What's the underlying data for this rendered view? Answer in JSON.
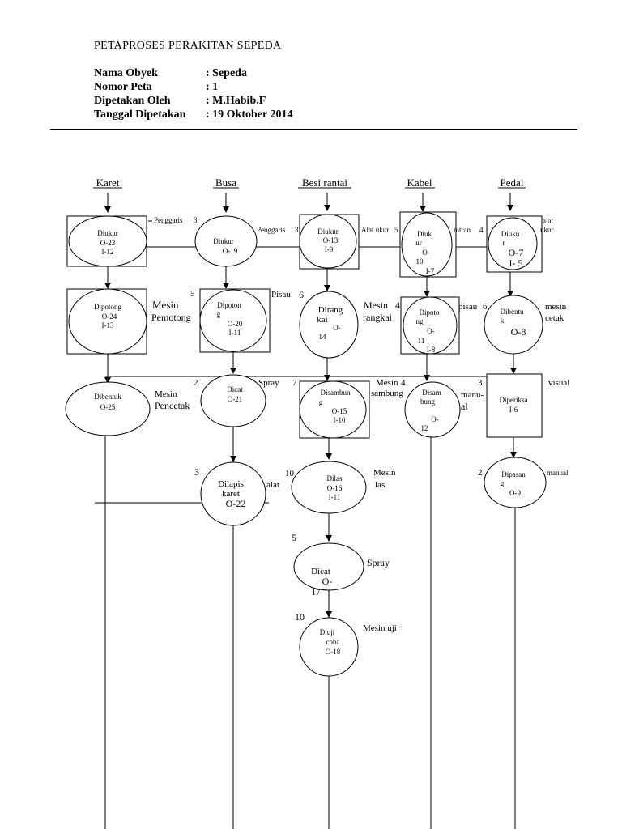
{
  "header": {
    "title": "PETAPROSES PERAKITAN SEPEDA",
    "rows": [
      {
        "label": "Nama Obyek",
        "value": ": Sepeda"
      },
      {
        "label": "Nomor Peta",
        "value": ": 1"
      },
      {
        "label": "Dipetakan Oleh",
        "value": ": M.Habib.F"
      },
      {
        "label": "Tanggal Dipetakan",
        "value": ": 19 Oktober 2014"
      }
    ]
  },
  "columns": {
    "karet": "Karet",
    "busa": "Busa",
    "besi": "Besi rantai",
    "kabel": "Kabel",
    "pedal": "Pedal"
  },
  "nodes": {
    "karet_ukur": {
      "l1": "Diukur",
      "l2": "O-23",
      "l3": "I-12"
    },
    "karet_potong": {
      "l1": "Dipotong",
      "l2": "O-24",
      "l3": "I-13"
    },
    "karet_bentuk": {
      "l1": "Dibentuk",
      "l2": "O-25"
    },
    "busa_ukur": {
      "l1": "Diukur",
      "l2": "O-19"
    },
    "busa_potong": {
      "l1": "Dipoton",
      "l2": "g",
      "l3": "O-20",
      "l4": "I-11"
    },
    "busa_cat": {
      "l1": "Dicat",
      "l2": "O-21"
    },
    "busa_lapis": {
      "l1": "Dilapis",
      "l2": "karet",
      "l3": "O-22"
    },
    "besi_ukur": {
      "l1": "Diukur",
      "l2": "O-13",
      "l3": "I-9"
    },
    "besi_rangkai": {
      "l1": "Dirang",
      "l2": "kai",
      "l3": "O-",
      "l4": "14"
    },
    "besi_sambung": {
      "l1": "Disambun",
      "l2": "g",
      "l3": "O-15",
      "l4": "I-10"
    },
    "besi_las": {
      "l1": "Dilas",
      "l2": "O-16",
      "l3": "I-11"
    },
    "besi_cat": {
      "l1": "Dicat",
      "l2": "O-",
      "l3": "17"
    },
    "besi_uji": {
      "l1": "Diuji",
      "l2": "coba",
      "l3": "O-18"
    },
    "kabel_ukur": {
      "l1": "Diuk",
      "l2": "ur",
      "l3": "O-",
      "l4": "10",
      "l5": "I-7"
    },
    "kabel_potong": {
      "l1": "Dipoto",
      "l2": "ng",
      "l3": "O-",
      "l4": "11",
      "l5": "I-8"
    },
    "kabel_sambung": {
      "l1": "Disam",
      "l2": "bung",
      "l3": "O-",
      "l4": "12"
    },
    "pedal_ukur": {
      "l1": "Diuku",
      "l2": "r",
      "l3": "O-7",
      "l4": "I- 5"
    },
    "pedal_bentuk": {
      "l1": "Dibentu",
      "l2": "k",
      "l3": "O-8"
    },
    "pedal_periksa": {
      "l1": "Diperiksa",
      "l2": "I-6"
    },
    "pedal_pasang": {
      "l1": "Dipasan",
      "l2": "g",
      "l3": "O-9"
    }
  },
  "annotations": {
    "penggaris_karet": "Penggaris",
    "time_karet_ukur": "3",
    "mesin_pemotong_1": "Mesin",
    "mesin_pemotong_2": "Pemotong",
    "mesin_pencetak_1": "Mesin",
    "mesin_pencetak_2": "Pencetak",
    "penggaris_busa": "Penggaris",
    "time_busa_ukur": "3",
    "time_busa_potong": "5",
    "pisau_busa": "Pisau",
    "time_busa_cat": "2",
    "spray_busa": "Spray",
    "time_busa_lapis": "3",
    "alat_busa": "alat",
    "alat_ukur_besi": "Alat ukur",
    "time_besi_ukur": "5",
    "time_besi_rangkai": "6",
    "mesin_rangkai_1": "Mesin",
    "time_mesin_rangkai": "4",
    "mesin_rangkai_2": "rangkai",
    "time_besi_sambung": "7",
    "mesin_sambung_1": "Mesin",
    "time_mesin_sambung": "4",
    "mesin_sambung_2": "sambung",
    "time_besi_las": "10",
    "mesin_las_1": "Mesin",
    "mesin_las_2": "las",
    "time_besi_cat": "5",
    "spray_besi": "Spray",
    "time_besi_uji": "10",
    "mesin_uji": "Mesin uji",
    "mtran_kabel": "mtran",
    "time_kabel_ukur": "4",
    "pisau_kabel": "pisau",
    "time_kabel_potong": "6",
    "manual_kabel_1": "manu-",
    "manual_kabel_2": "al",
    "alat_ukur_pedal_1": "alat",
    "alat_ukur_pedal_2": "ukur",
    "mesin_cetak_1": "mesin",
    "mesin_cetak_2": "cetak",
    "time_pedal_periksa": "3",
    "visual_pedal": "visual",
    "time_pedal_pasang": "2",
    "manual_pedal": "manual"
  }
}
